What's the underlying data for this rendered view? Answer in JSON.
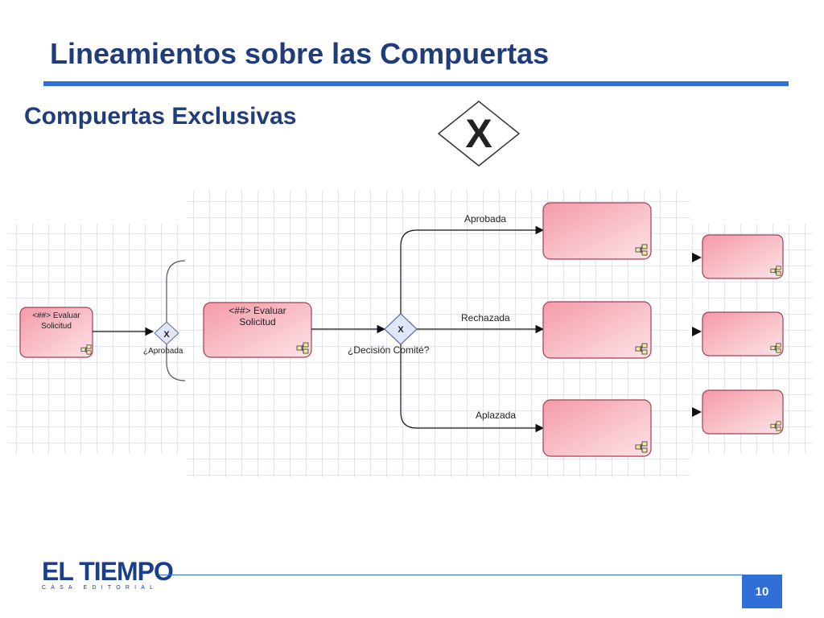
{
  "slide": {
    "title": "Lineamientos sobre las Compuertas",
    "subtitle": "Compuertas Exclusivas",
    "symbol_label": "X",
    "page_number": "10"
  },
  "logo": {
    "name": "EL TIEMPO",
    "tagline": "CASA EDITORIAL"
  },
  "diagram": {
    "left_task": [
      "<##> Evaluar",
      "Solicitud"
    ],
    "left_gateway_label": "¿Aprobada",
    "main_task": [
      "<##> Evaluar",
      "Solicitud"
    ],
    "gateway_marker": "X",
    "gateway_label": "¿Decisión Comité?",
    "flows": {
      "approved": "Aprobada",
      "rejected": "Rechazada",
      "postponed": "Aplazada"
    }
  },
  "colors": {
    "title": "#1f3d7a",
    "accent": "#2f6fd6",
    "task_fill": "#f7b8c2",
    "task_stroke": "#a04050",
    "gateway_fill": "#dfe6f8",
    "grid": "#c9ccd8"
  }
}
